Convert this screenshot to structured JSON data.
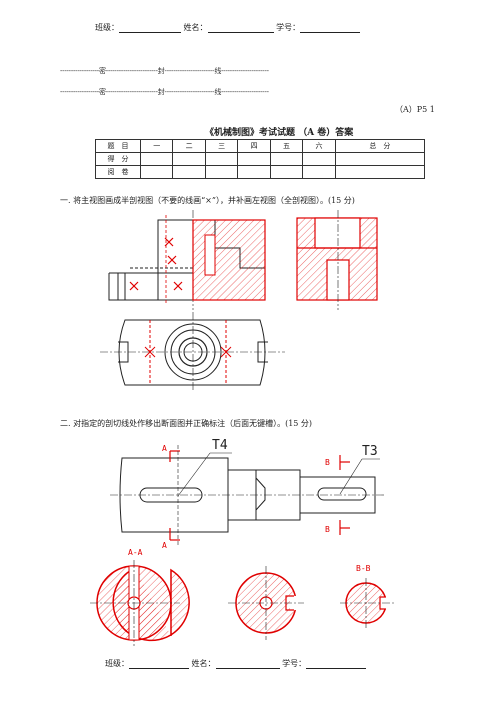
{
  "header_top": {
    "class_label": "班级：",
    "name_label": "姓名：",
    "id_label": "学号："
  },
  "seal_line_1": "------------------密------------------------封-----------------------线----------------------",
  "seal_line_2": "------------------密------------------------封-----------------------线----------------------",
  "page_code": "（A）P5 1",
  "exam_title": "《机械制图》考试试题 （A 卷）答案",
  "score_table": {
    "header": [
      "题　目",
      "一",
      "二",
      "三",
      "四",
      "五",
      "六",
      "总　分"
    ],
    "rows": [
      [
        "得　分"
      ],
      [
        "阅　卷"
      ]
    ]
  },
  "q1": "一. 将主视图画成半剖视图（不要的线画“×”），并补画左视图（全剖视图）。(15 分)",
  "q2": "二. 对指定的剖切线处作移出断面图并正确标注（后面无键槽）。(15 分)",
  "drawing_labels": {
    "t4": "T4",
    "t3": "T3",
    "a_top": "A",
    "a_bottom": "A",
    "b_top": "B",
    "b_bottom": "B",
    "aa": "A-A",
    "bb": "B-B"
  },
  "header_bottom": {
    "class_label": "班级：",
    "name_label": "姓名：",
    "id_label": "学号："
  },
  "colors": {
    "ink": "#222222",
    "red": "#e00000"
  }
}
